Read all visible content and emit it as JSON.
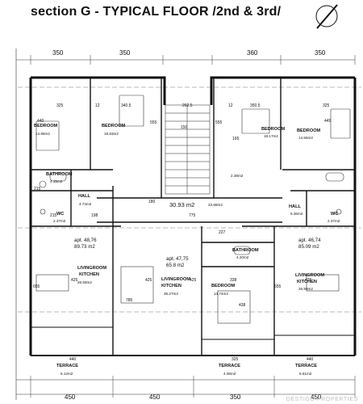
{
  "title": "section G - TYPICAL FLOOR /2nd & 3rd/",
  "north_icon": "north-arrow-icon",
  "top_axis": [
    "350",
    "350",
    "360",
    "350"
  ],
  "bottom_axis": [
    "450",
    "450",
    "350",
    "450"
  ],
  "left_sub": [
    "325",
    "340.5"
  ],
  "right_sub": [
    "350.5",
    "325"
  ],
  "stair_dims": [
    "262.5",
    "150",
    "165",
    "180",
    "775",
    "555",
    "555",
    "438"
  ],
  "rooms": {
    "bedroom_a": {
      "name": "BEDROOM",
      "area": "14.86m2"
    },
    "bedroom_b": {
      "name": "BEDROOM",
      "area": "18.83m2"
    },
    "bedroom_c": {
      "name": "BEDROOM",
      "area": "18.17m2"
    },
    "bedroom_d": {
      "name": "BEDROOM",
      "area": "14.56m2"
    },
    "bathroom_l": {
      "name": "BATHROOM",
      "area": "4.15m2"
    },
    "bathroom_r": {
      "name": "BATHROOM",
      "area": "4.20m2"
    },
    "hall_l": {
      "name": "HALL",
      "area": "4.74m2"
    },
    "hall_r": {
      "name": "HALL",
      "area": "5.36m2"
    },
    "wc_l": {
      "name": "WC",
      "area": "2.37m2"
    },
    "wc_r": {
      "name": "WC",
      "area": "2.37m2"
    },
    "living_l": {
      "name": "LIVINGROOM",
      "name2": "KITCHEN",
      "area": "26.59m2"
    },
    "living_m": {
      "name": "LIVINGROOM",
      "name2": "KITCHEN",
      "area": "35.27m2"
    },
    "living_r": {
      "name": "LIVINGROOM",
      "name2": "KITCHEN",
      "area": "26.99m2"
    },
    "bedroom_m": {
      "name": "BEDROOM",
      "area": "14.74m2"
    },
    "terrace_l": {
      "name": "TERRACE",
      "area": "6.12m2"
    },
    "terrace_m": {
      "name": "TERRACE",
      "area": "4.06m2"
    },
    "terrace_r": {
      "name": "TERRACE",
      "area": "5.51m2"
    }
  },
  "apartments": {
    "a": {
      "line1": "apt. 48,76",
      "line2": "89.73 m2"
    },
    "b": {
      "line1": "apt. 47,75",
      "line2": "65.8 m2"
    },
    "c": {
      "line1": "apt. 46,74",
      "line2": "85.09 m2"
    }
  },
  "common": {
    "area": "30.93 m2",
    "sub": "23.98m2",
    "small": "2.38m2"
  },
  "misc_dims": {
    "d440": "440",
    "d449": "449",
    "d215a": "215",
    "d215b": "215",
    "d198": "198",
    "d425a": "425",
    "d425b": "425",
    "d425c": "425",
    "d425d": "425",
    "d785": "785",
    "d655": "655",
    "d655b": "655",
    "d338": "338",
    "d227": "227",
    "d440b": "440",
    "d325": "325",
    "d440c": "440",
    "d12a": "12",
    "d12b": "12"
  },
  "watermark": "DESTIGO PROPERTIES"
}
